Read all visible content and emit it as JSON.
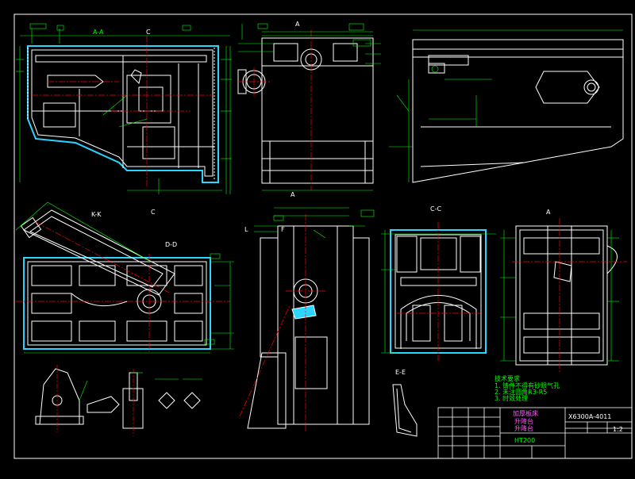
{
  "colors": {
    "background": "#000000",
    "outline": "#ffffff",
    "dimension": "#00ff00",
    "centerline": "#ff0000",
    "hatch": "#ffffff",
    "section_fill": "#2ad5ff",
    "title_text": "#ff55ff",
    "yellow": "#ffff00"
  },
  "views": {
    "section_aa": "A-A",
    "section_c_top": "C",
    "section_a_top": "A",
    "section_kk": "K-K",
    "section_c_mid": "C",
    "section_dd": "D-D",
    "section_a_mid": "A",
    "section_cc": "C-C",
    "section_a_right": "A",
    "section_ee": "E-E",
    "detail_f": "F",
    "detail_l": "L"
  },
  "title_block": {
    "drawing_number": "X6300A-4011",
    "material": "HT200",
    "part_name_line1": "加厚板床",
    "part_name_line2": "升降台",
    "part_name_line3": "升降台",
    "sheet_info": "1:2"
  },
  "notes": {
    "heading": "技术要求",
    "items": [
      "1. 铸件不得有砂眼气孔",
      "2. 未注圆角R3-R5",
      "3. 时效处理"
    ]
  }
}
